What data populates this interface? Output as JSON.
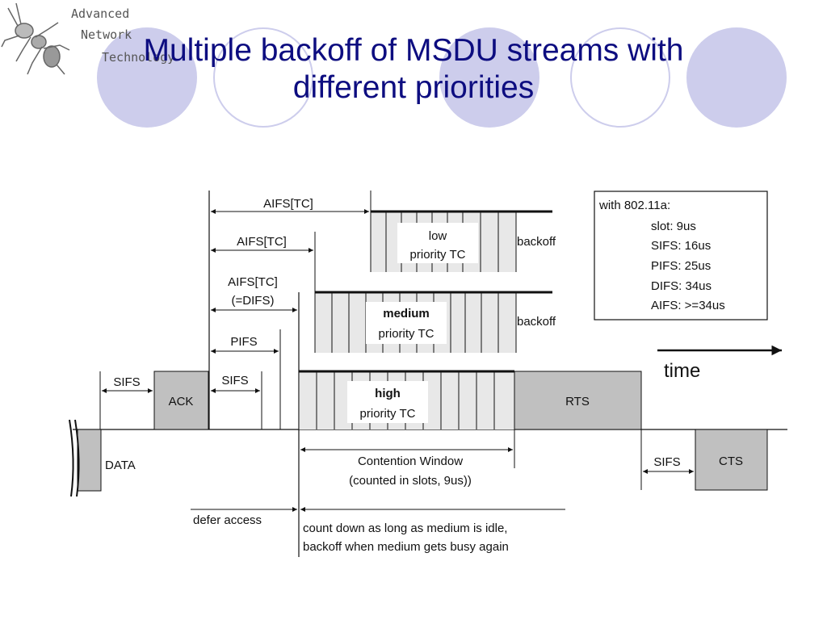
{
  "slide": {
    "title_line1": "Multiple backoff of MSDU streams with",
    "title_line2": "different priorities"
  },
  "logo": {
    "line1": "Advanced",
    "line2": "Network",
    "line3": "Technology",
    "icon": "ant-icon"
  },
  "diagram": {
    "aifs_low_label": "AIFS[TC]",
    "aifs_medium_label": "AIFS[TC]",
    "aifs_high_line1": "AIFS[TC]",
    "aifs_high_line2": "(=DIFS)",
    "pifs_label": "PIFS",
    "sifs_left_label": "SIFS",
    "sifs_ack_label": "SIFS",
    "sifs_cts_label": "SIFS",
    "ack_label": "ACK",
    "data_label": "DATA",
    "rts_label": "RTS",
    "cts_label": "CTS",
    "low_line1": "low",
    "low_line2": "priority TC",
    "medium_line1": "medium",
    "medium_line2": "priority TC",
    "high_line1": "high",
    "high_line2": "priority TC",
    "backoff_low_label": "backoff",
    "backoff_medium_label": "backoff",
    "time_label": "time",
    "contention_line1": "Contention Window",
    "contention_line2": "(counted in slots, 9us))",
    "defer_label": "defer access",
    "countdown_line1": "count down as long as medium is idle,",
    "countdown_line2": "backoff when medium gets busy again",
    "info_box": {
      "header": "with 802.11a:",
      "slot": "slot: 9us",
      "sifs": "SIFS: 16us",
      "pifs": "PIFS: 25us",
      "difs": "DIFS: 34us",
      "aifs": "AIFS: >=34us"
    },
    "colors": {
      "box_fill": "#c0c0c0",
      "slot_fill": "#e8e8e8",
      "title": "#0d0d80",
      "decor_circle": "#cdcdec"
    }
  }
}
